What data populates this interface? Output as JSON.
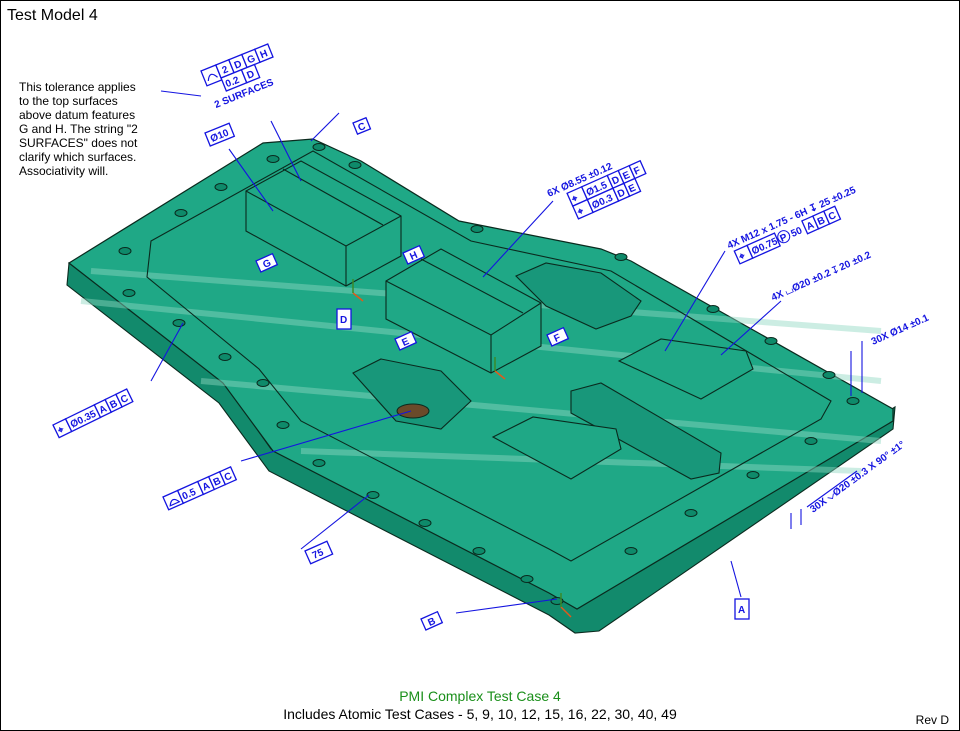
{
  "header": {
    "title": "Test Model 4"
  },
  "note": {
    "text": "This tolerance applies\nto the top surfaces\nabove datum features\nG and H.  The string \"2\nSURFACES\" does not\nclarify which surfaces.\nAssociativity will."
  },
  "footer": {
    "caption_title": "PMI Complex Test Case 4",
    "caption_subtitle": "Includes Atomic Test Cases - 5, 9, 10, 12, 15, 16, 22, 30, 40, 49",
    "revision": "Rev D"
  },
  "colors": {
    "plate_top": "#1fa886",
    "plate_side": "#128a6c",
    "pmi_blue": "#1414e0",
    "caption_green": "#1a8f1a",
    "arrow_orange": "#e05a1a"
  },
  "annotations": {
    "profile_fcf": {
      "row1": [
        "2",
        "D",
        "G",
        "H"
      ],
      "row2": [
        "0.2",
        "D"
      ],
      "note": "2 SURFACES"
    },
    "dia10": "Ø10",
    "datum_c": "C",
    "holes_6x": {
      "callout": "6X Ø8.55 ±0.12",
      "row1": [
        "Ø1.5",
        "D",
        "E",
        "F"
      ],
      "row2": [
        "Ø0.3",
        "D",
        "E"
      ]
    },
    "thread_4x": {
      "callout": "4X M12 x 1.75 - 6H ↧ 25 ±0.25",
      "fcf": [
        "Ø0.75",
        "P",
        "50",
        "A",
        "B",
        "C"
      ]
    },
    "cbore_4x": "4X ⌴Ø20 ±0.2 ↧ 20 ±0.2",
    "holes_30x_dia": "30X Ø14 ±0.1",
    "csink_30x": "30X ⌵Ø20 ±0.3 X 90° ±1°",
    "position_left": [
      "Ø0.35",
      "A",
      "B",
      "C"
    ],
    "surface_profile": [
      "0.5",
      "A",
      "B",
      "C"
    ],
    "dim_75": "75",
    "datum_a": "A",
    "datum_b": "B",
    "datum_d": "D",
    "datum_e": "E",
    "datum_f": "F",
    "datum_g": "G",
    "datum_h": "H"
  }
}
